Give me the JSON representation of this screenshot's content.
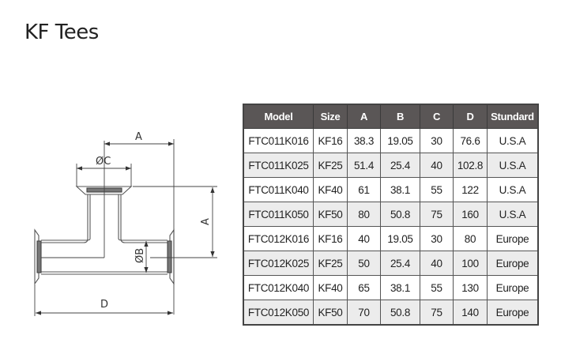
{
  "page": {
    "title": "KF Tees"
  },
  "drawing": {
    "labels": {
      "a_top": "A",
      "c": "ØC",
      "a_side": "A",
      "b": "ØB",
      "d": "D"
    }
  },
  "table": {
    "headers": [
      "Model",
      "Size",
      "A",
      "B",
      "C",
      "D",
      "Stundard"
    ],
    "rows": [
      [
        "FTC011K016",
        "KF16",
        "38.3",
        "19.05",
        "30",
        "76.6",
        "U.S.A"
      ],
      [
        "FTC011K025",
        "KF25",
        "51.4",
        "25.4",
        "40",
        "102.8",
        "U.S.A"
      ],
      [
        "FTC011K040",
        "KF40",
        "61",
        "38.1",
        "55",
        "122",
        "U.S.A"
      ],
      [
        "FTC011K050",
        "KF50",
        "80",
        "50.8",
        "75",
        "160",
        "U.S.A"
      ],
      [
        "FTC012K016",
        "KF16",
        "40",
        "19.05",
        "30",
        "80",
        "Europe"
      ],
      [
        "FTC012K025",
        "KF25",
        "50",
        "25.4",
        "40",
        "100",
        "Europe"
      ],
      [
        "FTC012K040",
        "KF40",
        "65",
        "38.1",
        "55",
        "130",
        "Europe"
      ],
      [
        "FTC012K050",
        "KF50",
        "70",
        "50.8",
        "75",
        "140",
        "Europe"
      ]
    ]
  },
  "colors": {
    "header_bg": "#5a5656",
    "row_alt_bg": "#ececec",
    "border": "#444444"
  }
}
